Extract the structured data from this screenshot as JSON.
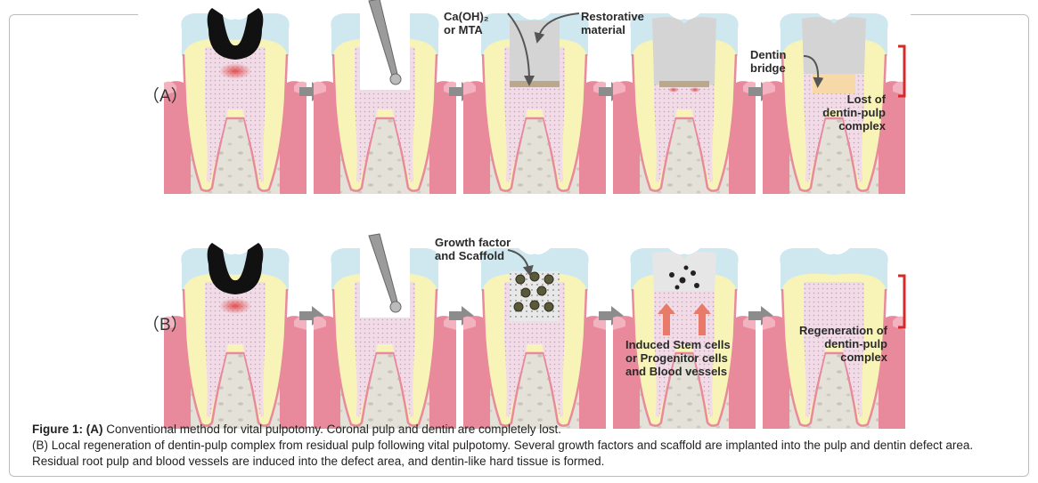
{
  "rows": {
    "a": {
      "label": "（A）"
    },
    "b": {
      "label": "（B）"
    }
  },
  "annotations": {
    "ca_oh": [
      "Ca(OH)₂",
      "or MTA"
    ],
    "restorative": [
      "Restorative",
      "material"
    ],
    "dentin_bridge": [
      "Dentin",
      "bridge"
    ],
    "lost": [
      "Lost of",
      "dentin-pulp",
      "complex"
    ],
    "growth_factor": [
      "Growth factor",
      "and Scaffold"
    ],
    "induced": [
      "Induced Stem cells",
      "or Progenitor cells",
      "and Blood vessels"
    ],
    "regeneration": [
      "Regeneration of",
      "dentin-pulp",
      "complex"
    ]
  },
  "caption": {
    "label": "Figure 1: (A)",
    "line1": " Conventional method for vital pulpotomy. Coronal pulp and dentin are completely lost.",
    "line2": "(B) Local regeneration of dentin-pulp complex from residual pulp following vital pulpotomy. Several growth factors and scaffold are implanted into the pulp and dentin defect area. Residual root pulp and blood vessels are induced into the defect area, and dentin-like hard tissue is formed."
  },
  "colors": {
    "enamel": "#cfe8f0",
    "dentin": "#f8f4b8",
    "pulp": "#f0dbe6",
    "gum": "#e88a9c",
    "bone": "#e4e1d8",
    "filling": "#d4d4d4",
    "caries": "#111111",
    "arrow": "#8c8c8c",
    "bracket": "#d42a2a"
  }
}
